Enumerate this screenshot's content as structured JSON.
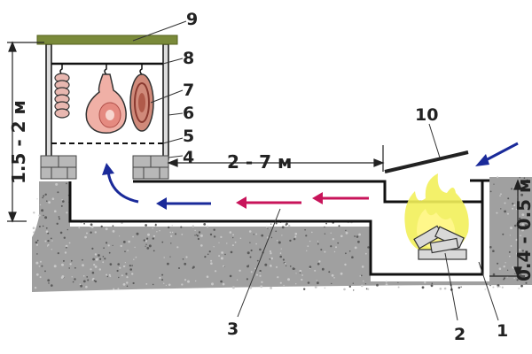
{
  "labels": {
    "n1": "1",
    "n2": "2",
    "n3": "3",
    "n4": "4",
    "n5": "5",
    "n6": "6",
    "n7": "7",
    "n8": "8",
    "n9": "9",
    "n10": "10"
  },
  "dimensions": {
    "chamber_height": "1.5 - 2 м",
    "channel_length": "2 - 7 м",
    "firebox_depth": "0.4 - 0.5 м"
  },
  "colors": {
    "ground": "#8f8f8f",
    "flow_blue": "#1a2a9a",
    "flow_pink": "#c8145a",
    "fire": "#f2ef5a",
    "meat": "#f0b0a6",
    "sausage": "#d08a7a",
    "brick": "#b8b8b8",
    "lid": "#7a8a3a"
  }
}
